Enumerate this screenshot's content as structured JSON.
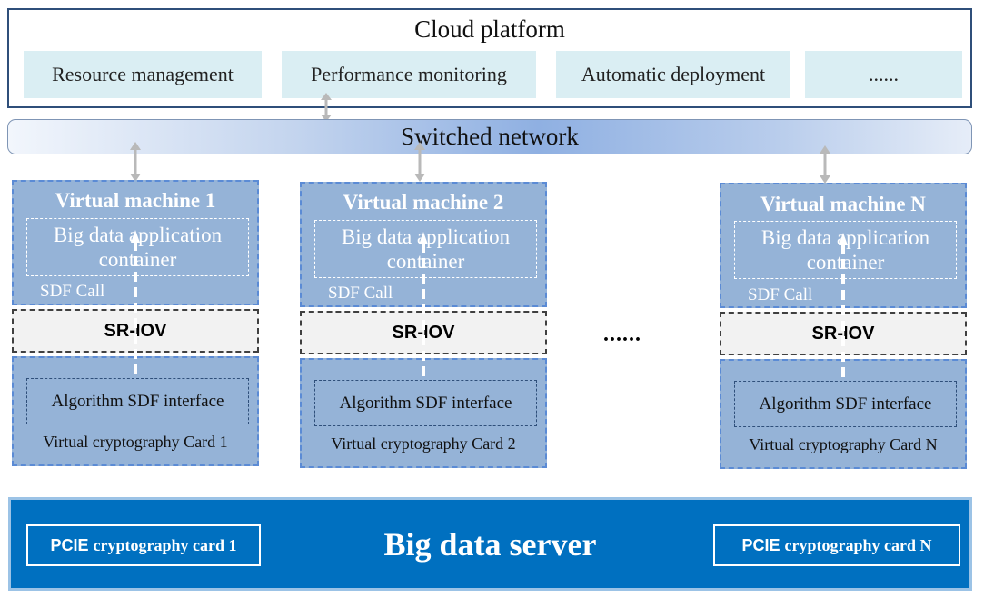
{
  "cloud": {
    "title": "Cloud platform",
    "items": [
      "Resource management",
      "Performance monitoring",
      "Automatic deployment",
      "......"
    ]
  },
  "network": {
    "label": "Switched network"
  },
  "vms": [
    {
      "title": "Virtual machine 1",
      "container": "Big data application container",
      "sdf_call": "SDF Call",
      "sriov": "SR-IOV",
      "algo": "Algorithm SDF interface",
      "card": "Virtual cryptography Card 1"
    },
    {
      "title": "Virtual machine 2",
      "container": "Big data application container",
      "sdf_call": "SDF Call",
      "sriov": "SR-IOV",
      "algo": "Algorithm SDF interface",
      "card": "Virtual cryptography Card 2"
    },
    {
      "title": "Virtual machine N",
      "container": "Big data application container",
      "sdf_call": "SDF Call",
      "sriov": "SR-IOV",
      "algo": "Algorithm SDF interface",
      "card": "Virtual cryptography Card N"
    }
  ],
  "ellipsis": "......",
  "server": {
    "title": "Big data server",
    "pcie_left_prefix": "PCIE",
    "pcie_left_suffix": "cryptography card 1",
    "pcie_right_prefix": "PCIE",
    "pcie_right_suffix": "cryptography card N"
  },
  "colors": {
    "vm_fill": "#95b3d7",
    "server_fill": "#0070c0",
    "cloud_item_fill": "#daeef3",
    "sriov_fill": "#f2f2f2"
  }
}
